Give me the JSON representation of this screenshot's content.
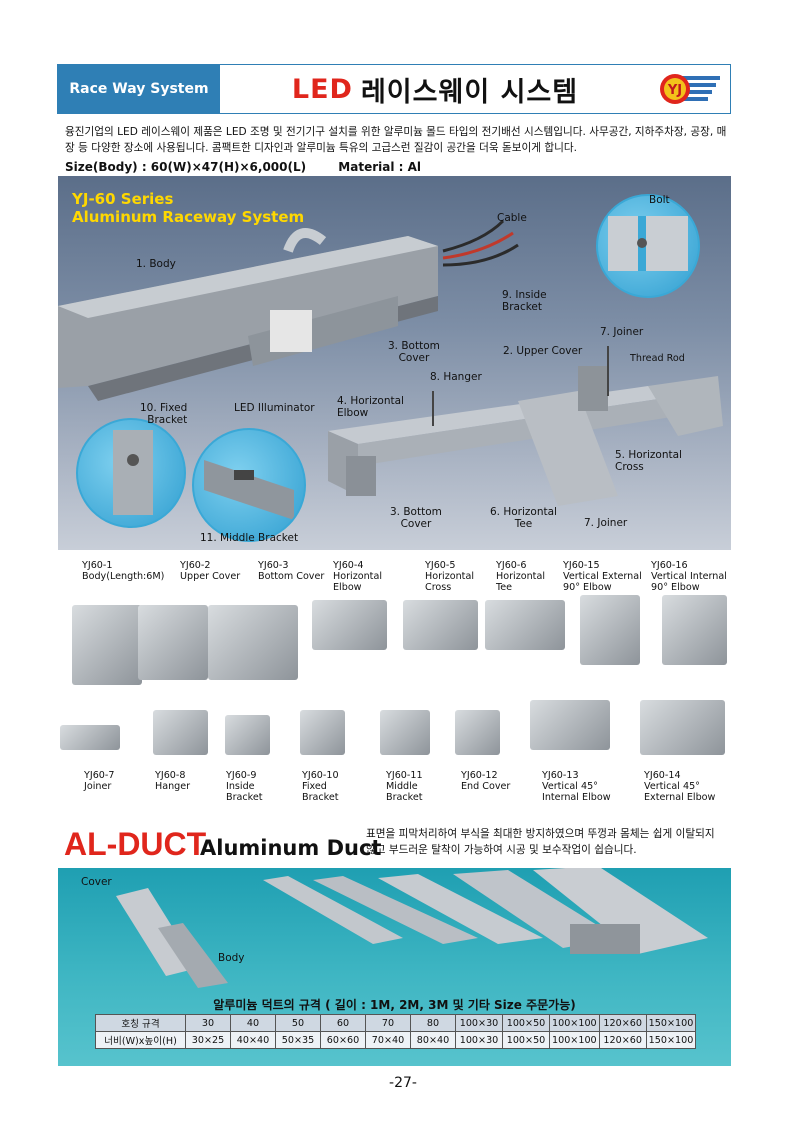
{
  "header": {
    "badge": "Race Way System",
    "title_led": "LED",
    "title_rest": "레이스웨이 시스템",
    "logo_text": "YJ"
  },
  "intro": "융진기업의 LED 레이스웨이 제품은 LED 조명 및 전기기구 설치를 위한 알루미늄 몰드 타입의 전기배선 시스템입니다. 사무공간, 지하주차장, 공장, 매장 등 다양한 장소에 사용됩니다. 콤팩트한 디자인과 알루미늄 특유의 고급스런 질감이 공간을 더욱 돋보이게 합니다.",
  "spec": {
    "size": "Size(Body) : 60(W)×47(H)×6,000(L)",
    "material": "Material : Al"
  },
  "diagram": {
    "title_line1": "YJ-60 Series",
    "title_line2": "Aluminum Raceway System",
    "labels": {
      "body": "1. Body",
      "cable": "Cable",
      "inside_bracket": "9. Inside\nBracket",
      "bottom_cover_top": "3. Bottom\nCover",
      "bolt": "Bolt",
      "joiner_top": "7. Joiner",
      "upper_cover": "2. Upper Cover",
      "thread_rod": "Thread Rod",
      "hanger": "8. Hanger",
      "horizontal_elbow": "4. Horizontal\nElbow",
      "fixed_bracket": "10. Fixed\nBracket",
      "led_illuminator": "LED Illuminator",
      "horizontal_cross": "5. Horizontal\nCross",
      "bottom_cover_bottom": "3. Bottom\nCover",
      "horizontal_tee": "6. Horizontal\nTee",
      "joiner_bottom": "7. Joiner",
      "middle_bracket": "11. Middle Bracket"
    }
  },
  "parts": [
    {
      "code": "YJ60-1",
      "name": "Body(Length:6M)"
    },
    {
      "code": "YJ60-2",
      "name": "Upper Cover"
    },
    {
      "code": "YJ60-3",
      "name": "Bottom Cover"
    },
    {
      "code": "YJ60-4",
      "name": "Horizontal\nElbow"
    },
    {
      "code": "YJ60-5",
      "name": "Horizontal\nCross"
    },
    {
      "code": "YJ60-6",
      "name": "Horizontal\nTee"
    },
    {
      "code": "YJ60-15",
      "name": "Vertical External\n90° Elbow"
    },
    {
      "code": "YJ60-16",
      "name": "Vertical Internal\n90° Elbow"
    },
    {
      "code": "YJ60-7",
      "name": "Joiner"
    },
    {
      "code": "YJ60-8",
      "name": "Hanger"
    },
    {
      "code": "YJ60-9",
      "name": "Inside\nBracket"
    },
    {
      "code": "YJ60-10",
      "name": "Fixed\nBracket"
    },
    {
      "code": "YJ60-11",
      "name": "Middle\nBracket"
    },
    {
      "code": "YJ60-12",
      "name": "End Cover"
    },
    {
      "code": "YJ60-13",
      "name": "Vertical 45°\nInternal Elbow"
    },
    {
      "code": "YJ60-14",
      "name": "Vertical 45°\nExternal Elbow"
    }
  ],
  "duct": {
    "title": "AL-DUCT",
    "subtitle": "Aluminum Duct",
    "description": "표면을 피막처리하여 부식을 최대한 방지하였으며 뚜껑과 몸체는 쉽게 이탈되지 않고 부드러운 탈착이 가능하여 시공 및 보수작업이 쉽습니다.",
    "label_cover": "Cover",
    "label_body": "Body",
    "table_caption": "알루미늄 덕트의 규격 ( 길이 : 1M, 2M, 3M 및 기타 Size 주문가능)",
    "row1_head": "호칭 규격",
    "row1": [
      "30",
      "40",
      "50",
      "60",
      "70",
      "80",
      "100×30",
      "100×50",
      "100×100",
      "120×60",
      "150×100"
    ],
    "row2_head": "너비(W)x높이(H)",
    "row2": [
      "30×25",
      "40×40",
      "50×35",
      "60×60",
      "70×40",
      "80×40",
      "100×30",
      "100×50",
      "100×100",
      "120×60",
      "150×100"
    ]
  },
  "page_number": "-27-"
}
